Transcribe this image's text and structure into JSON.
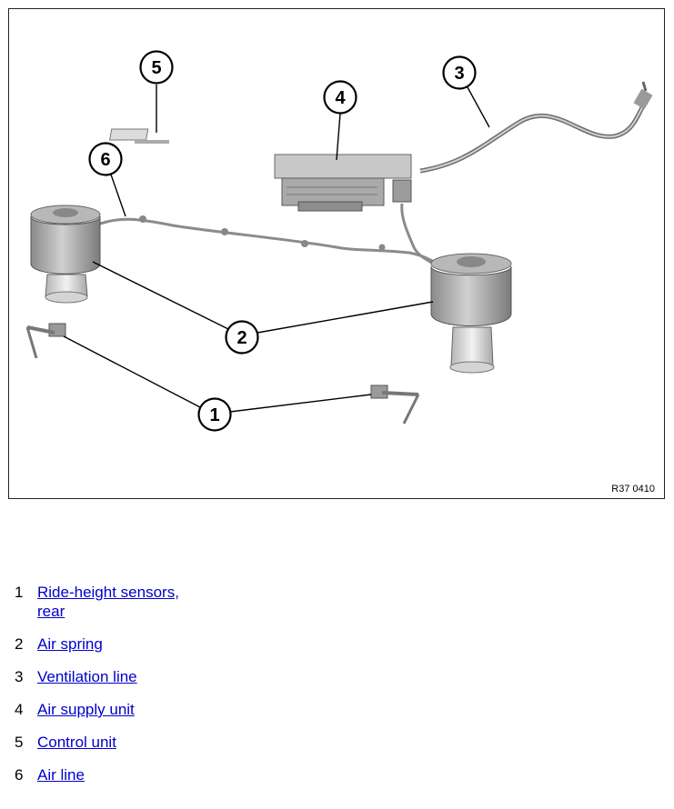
{
  "figure": {
    "reference_code": "R37 0410",
    "callouts": [
      "1",
      "2",
      "3",
      "4",
      "5",
      "6"
    ]
  },
  "legend": [
    {
      "number": "1",
      "label": "Ride-height sensors, rear"
    },
    {
      "number": "2",
      "label": "Air spring"
    },
    {
      "number": "3",
      "label": "Ventilation line"
    },
    {
      "number": "4",
      "label": "Air supply unit"
    },
    {
      "number": "5",
      "label": "Control unit"
    },
    {
      "number": "6",
      "label": "Air line"
    }
  ]
}
